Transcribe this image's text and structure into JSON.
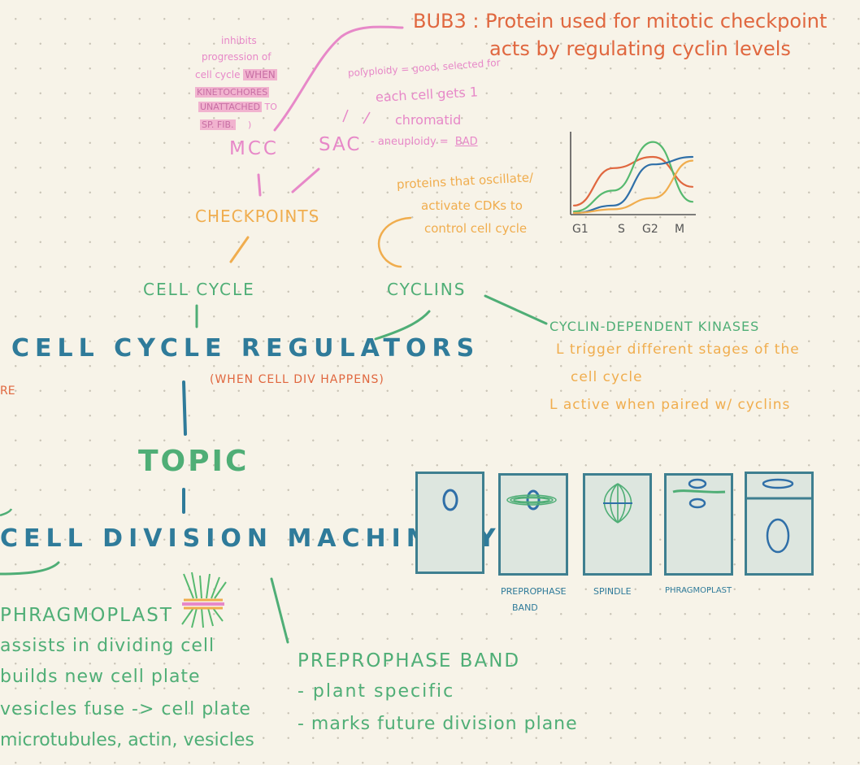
{
  "main": {
    "regulators": "CELL CYCLE REGULATORS",
    "regulators_note": "(WHEN CELL DIV HAPPENS)",
    "left_fragment": "RE",
    "topic": "TOPIC",
    "machinery": "CELL DIVISION MACHINERY"
  },
  "cell_cycle": {
    "label": "CELL CYCLE",
    "checkpoints": "CHECKPOINTS",
    "mcc": "MCC",
    "sac": "SAC",
    "mcc_note": [
      "inhibits",
      "progression of",
      "cell cycle"
    ],
    "mcc_highlights": [
      "WHEN",
      "KINETOCHORES",
      "UNATTACHED",
      "TO",
      "SP. FIB."
    ],
    "sac_note": [
      "polyploidy = good, selected for",
      "each cell gets 1",
      "chromatid"
    ],
    "aneuploidy": "- aneuploidy =",
    "aneuploidy_bad": "BAD",
    "bub3": [
      "BUB3 : Protein used for mitotic checkpoint",
      "acts by regulating cyclin levels"
    ]
  },
  "cyclins": {
    "label": "CYCLINS",
    "note": [
      "proteins that oscillate/",
      "activate CDKs to",
      "control cell cycle"
    ],
    "cdk_title": "CYCLIN-DEPENDENT KINASES",
    "cdk_points": [
      "L trigger different stages of the",
      "cell cycle",
      "L active when paired w/ cyclins"
    ]
  },
  "chart_data": {
    "type": "line",
    "categories": [
      "G1",
      "S",
      "G2",
      "M"
    ],
    "series": [
      {
        "values": [
          0.1,
          0.6,
          0.75,
          0.35
        ],
        "color": "#e0673f"
      },
      {
        "values": [
          0.02,
          0.3,
          0.95,
          0.15
        ],
        "color": "#56b96f"
      },
      {
        "values": [
          0.0,
          0.1,
          0.65,
          0.75
        ],
        "color": "#2f6fa8"
      },
      {
        "values": [
          0.0,
          0.05,
          0.2,
          0.7
        ],
        "color": "#f0ad4e"
      }
    ],
    "ylim": [
      0,
      1
    ]
  },
  "phragmoplast": {
    "title": "PHRAGMOPLAST",
    "points": [
      "assists in dividing cell",
      "builds new cell plate",
      "vesicles fuse -> cell plate",
      "microtubules, actin, vesicles"
    ]
  },
  "ppb": {
    "title": "PREPROPHASE BAND",
    "points": [
      "- plant specific",
      "- marks future division plane"
    ]
  },
  "panels": {
    "labels": [
      "PREPROPHASE",
      "BAND",
      "SPINDLE",
      "PHRAGMOPLAST"
    ]
  },
  "colors": {
    "blue": "#2f7b9a",
    "green": "#4fae76",
    "orange": "#f0ad4e",
    "red": "#e0673f",
    "pink": "#e788c8"
  }
}
